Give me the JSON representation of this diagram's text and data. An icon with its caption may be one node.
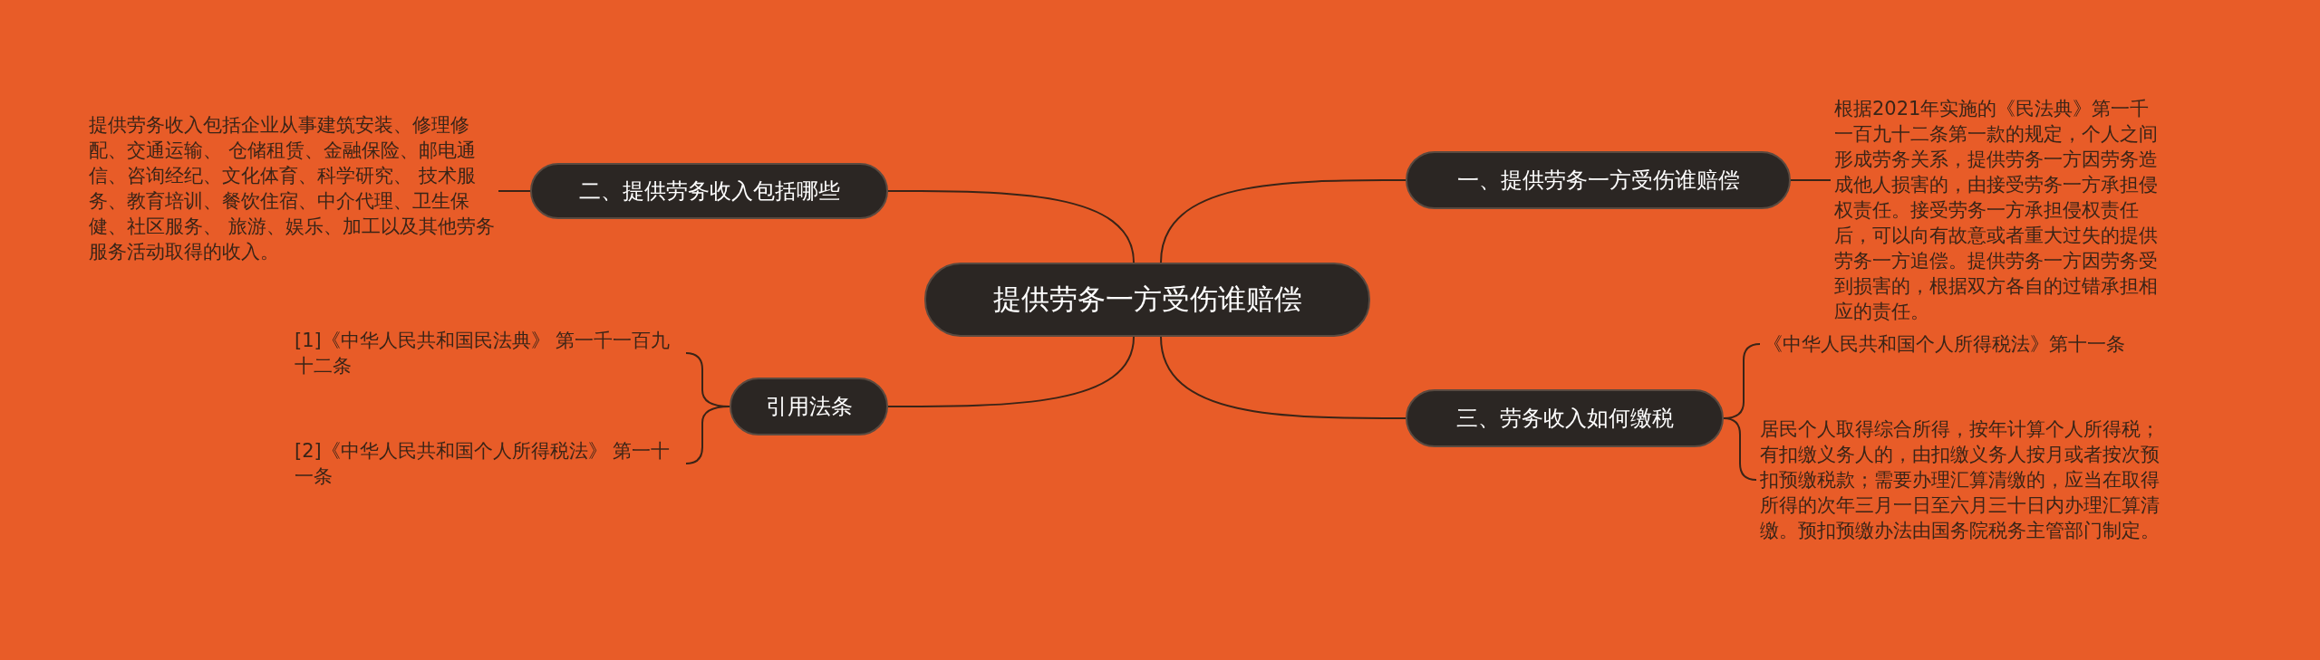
{
  "diagram": {
    "nodes": [
      {
        "text": [
          "提供劳务一方受伤谁赔偿"
        ]
      },
      {
        "text": [
          "二、提供劳务收入包括哪些"
        ]
      },
      {
        "text": [
          "提供劳务收入包括企业从事建筑安装、修理修配、交通运输、 仓储租赁、金融保险、邮电通信、咨询经纪、文化体育、科学研究、 技术服务、教育培训、餐饮住宿、中介代理、卫生保健、社区服务、 旅游、娱乐、加工以及其他劳务服务活动取得的收入。"
        ]
      },
      {
        "text": [
          "一、提供劳务一方受伤谁赔偿"
        ]
      },
      {
        "text": [
          "根据2021年实施的《民法典》第一千一百九十二条第一款的规定，个人之间形成劳务关系，提供劳务一方因劳务造成他人损害的，由接受劳务一方承担侵权责任。接受劳务一方承担侵权责任后，可以向有故意或者重大过失的提供劳务一方追偿。提供劳务一方因劳务受到损害的，根据双方各自的过错承担相应的责任。"
        ]
      },
      {
        "text": [
          "引用法条"
        ]
      },
      {
        "text": [
          "[1]《中华人民共和国民法典》 第一千一百九十二条"
        ]
      },
      {
        "text": [
          "[2]《中华人民共和国个人所得税法》 第一十一条"
        ]
      },
      {
        "text": [
          "三、劳务收入如何缴税"
        ]
      },
      {
        "text": [
          "《中华人民共和国个人所得税法》第十一条"
        ]
      },
      {
        "text": [
          "居民个人取得综合所得，按年计算个人所得税；有扣缴义务人的，由扣缴义务人按月或者按次预扣预缴税款；需要办理汇算清缴的，应当在取得所得的次年三月一日至六月三十日内办理汇算清缴。预扣预缴办法由国务院税务主管部门制定。"
        ]
      }
    ],
    "edges": [
      {
        "from": 0,
        "to": 1,
        "arrow": "none"
      },
      {
        "from": 1,
        "to": 2,
        "arrow": "none"
      },
      {
        "from": 0,
        "to": 3,
        "arrow": "none"
      },
      {
        "from": 3,
        "to": 4,
        "arrow": "none"
      },
      {
        "from": 0,
        "to": 5,
        "arrow": "none"
      },
      {
        "from": 5,
        "to": 6,
        "arrow": "none"
      },
      {
        "from": 5,
        "to": 7,
        "arrow": "none"
      },
      {
        "from": 0,
        "to": 8,
        "arrow": "none"
      },
      {
        "from": 8,
        "to": 9,
        "arrow": "none"
      },
      {
        "from": 8,
        "to": 10,
        "arrow": "none"
      }
    ]
  }
}
